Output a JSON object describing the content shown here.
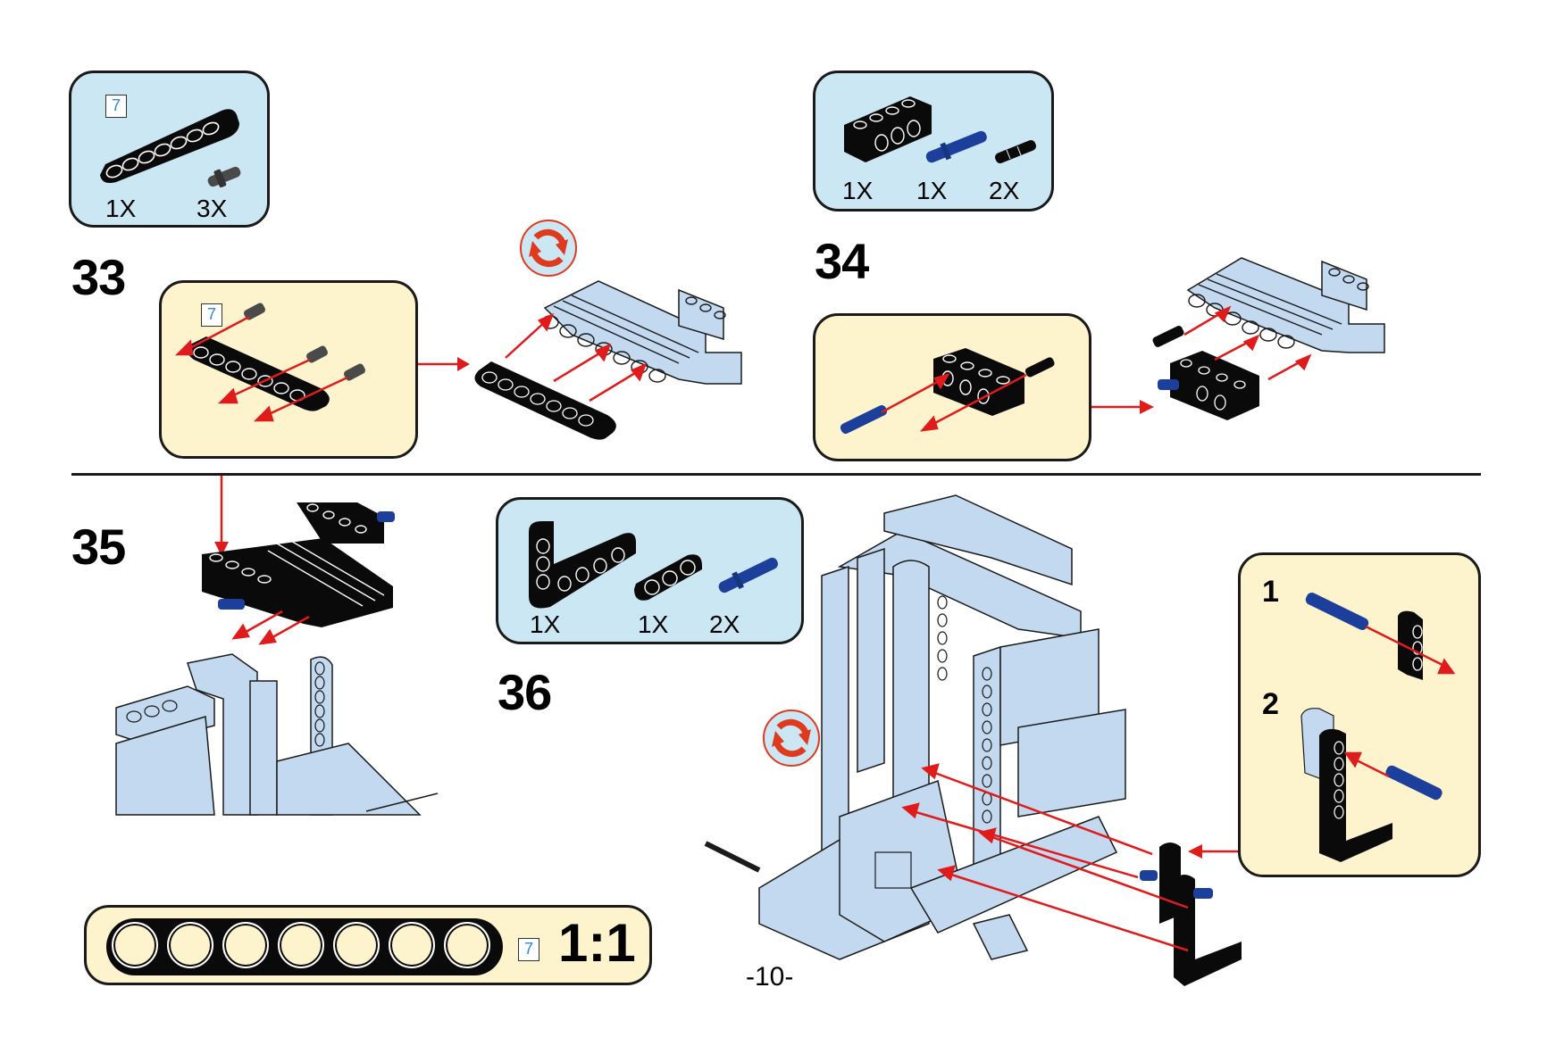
{
  "page": {
    "page_number": "-10-",
    "colors": {
      "parts_panel_bg": "#cce7f4",
      "subassembly_panel_bg": "#fdf3cc",
      "arrow_red": "#e01b1b",
      "part_light_blue": "#c3d9ef",
      "part_black": "#0a0a0a",
      "pin_blue": "#1d3f9c",
      "pin_gray": "#4a4a4a",
      "rotate_icon": "#e03a1e",
      "length_badge_text": "#2a8ad4"
    }
  },
  "steps": [
    {
      "number": "33",
      "parts_list": [
        {
          "part": "beam-7",
          "length_badge": "7",
          "quantity": "1X"
        },
        {
          "part": "friction-pin-gray",
          "quantity": "3X"
        }
      ],
      "subassembly": {
        "length_badge": "7",
        "description": "Insert 3 gray pins into 7-hole beam"
      },
      "has_rotate_icon": true
    },
    {
      "number": "34",
      "parts_list": [
        {
          "part": "technic-brick-1x4-black",
          "quantity": "1X"
        },
        {
          "part": "long-pin-blue",
          "quantity": "1X"
        },
        {
          "part": "friction-pin-black",
          "quantity": "2X"
        }
      ],
      "subassembly": {
        "description": "Insert blue long pin and black pin into 1x4 technic brick"
      }
    },
    {
      "number": "35",
      "description": "Attach top assembly onto frame"
    },
    {
      "number": "36",
      "parts_list": [
        {
          "part": "l-beam-3x5-black",
          "quantity": "1X"
        },
        {
          "part": "beam-3-black",
          "quantity": "1X"
        },
        {
          "part": "long-pin-blue",
          "quantity": "2X"
        }
      ],
      "substeps": [
        {
          "number": "1",
          "description": "Insert blue pin through 3-hole beam"
        },
        {
          "number": "2",
          "description": "Insert blue pin into L-beam"
        }
      ],
      "has_rotate_icon": true
    }
  ],
  "scale_reference": {
    "holes": 7,
    "length_badge": "7",
    "scale_label": "1:1"
  }
}
